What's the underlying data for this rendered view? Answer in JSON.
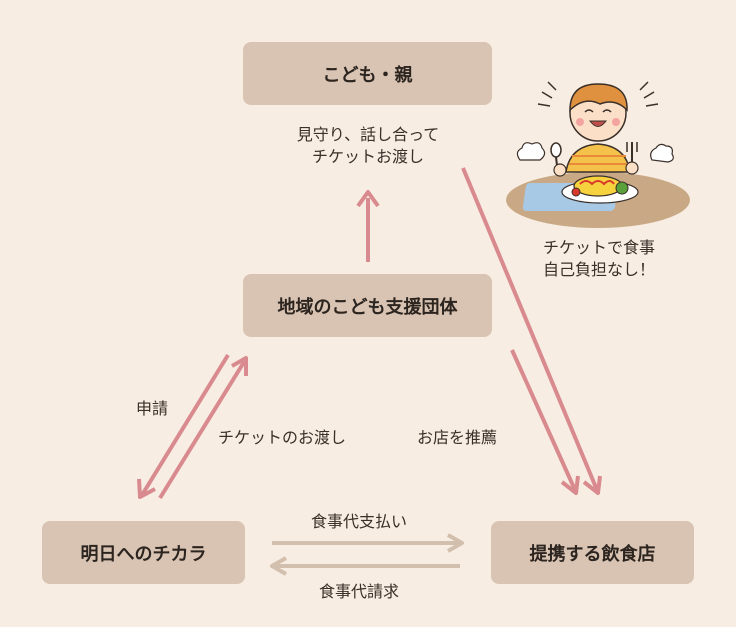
{
  "boxes": {
    "children_parents": "こども・親",
    "support_group": "地域のこども支援団体",
    "ashita": "明日へのチカラ",
    "restaurant": "提携する飲食店"
  },
  "labels": {
    "top_note_line1": "見守り、話し合って",
    "top_note_line2": "チケットお渡し",
    "free_line1": "チケットで食事",
    "free_line2": "自己負担なし！",
    "application": "申請",
    "ticket_handover": "チケットのお渡し",
    "recommend_shop": "お店を推薦",
    "meal_payment": "食事代支払い",
    "meal_claim": "食事代請求"
  },
  "colors": {
    "background": "#f7ede2",
    "box": "#d9c4b3",
    "arrow_pink": "#d98a8e",
    "arrow_beige": "#d2bfae"
  }
}
